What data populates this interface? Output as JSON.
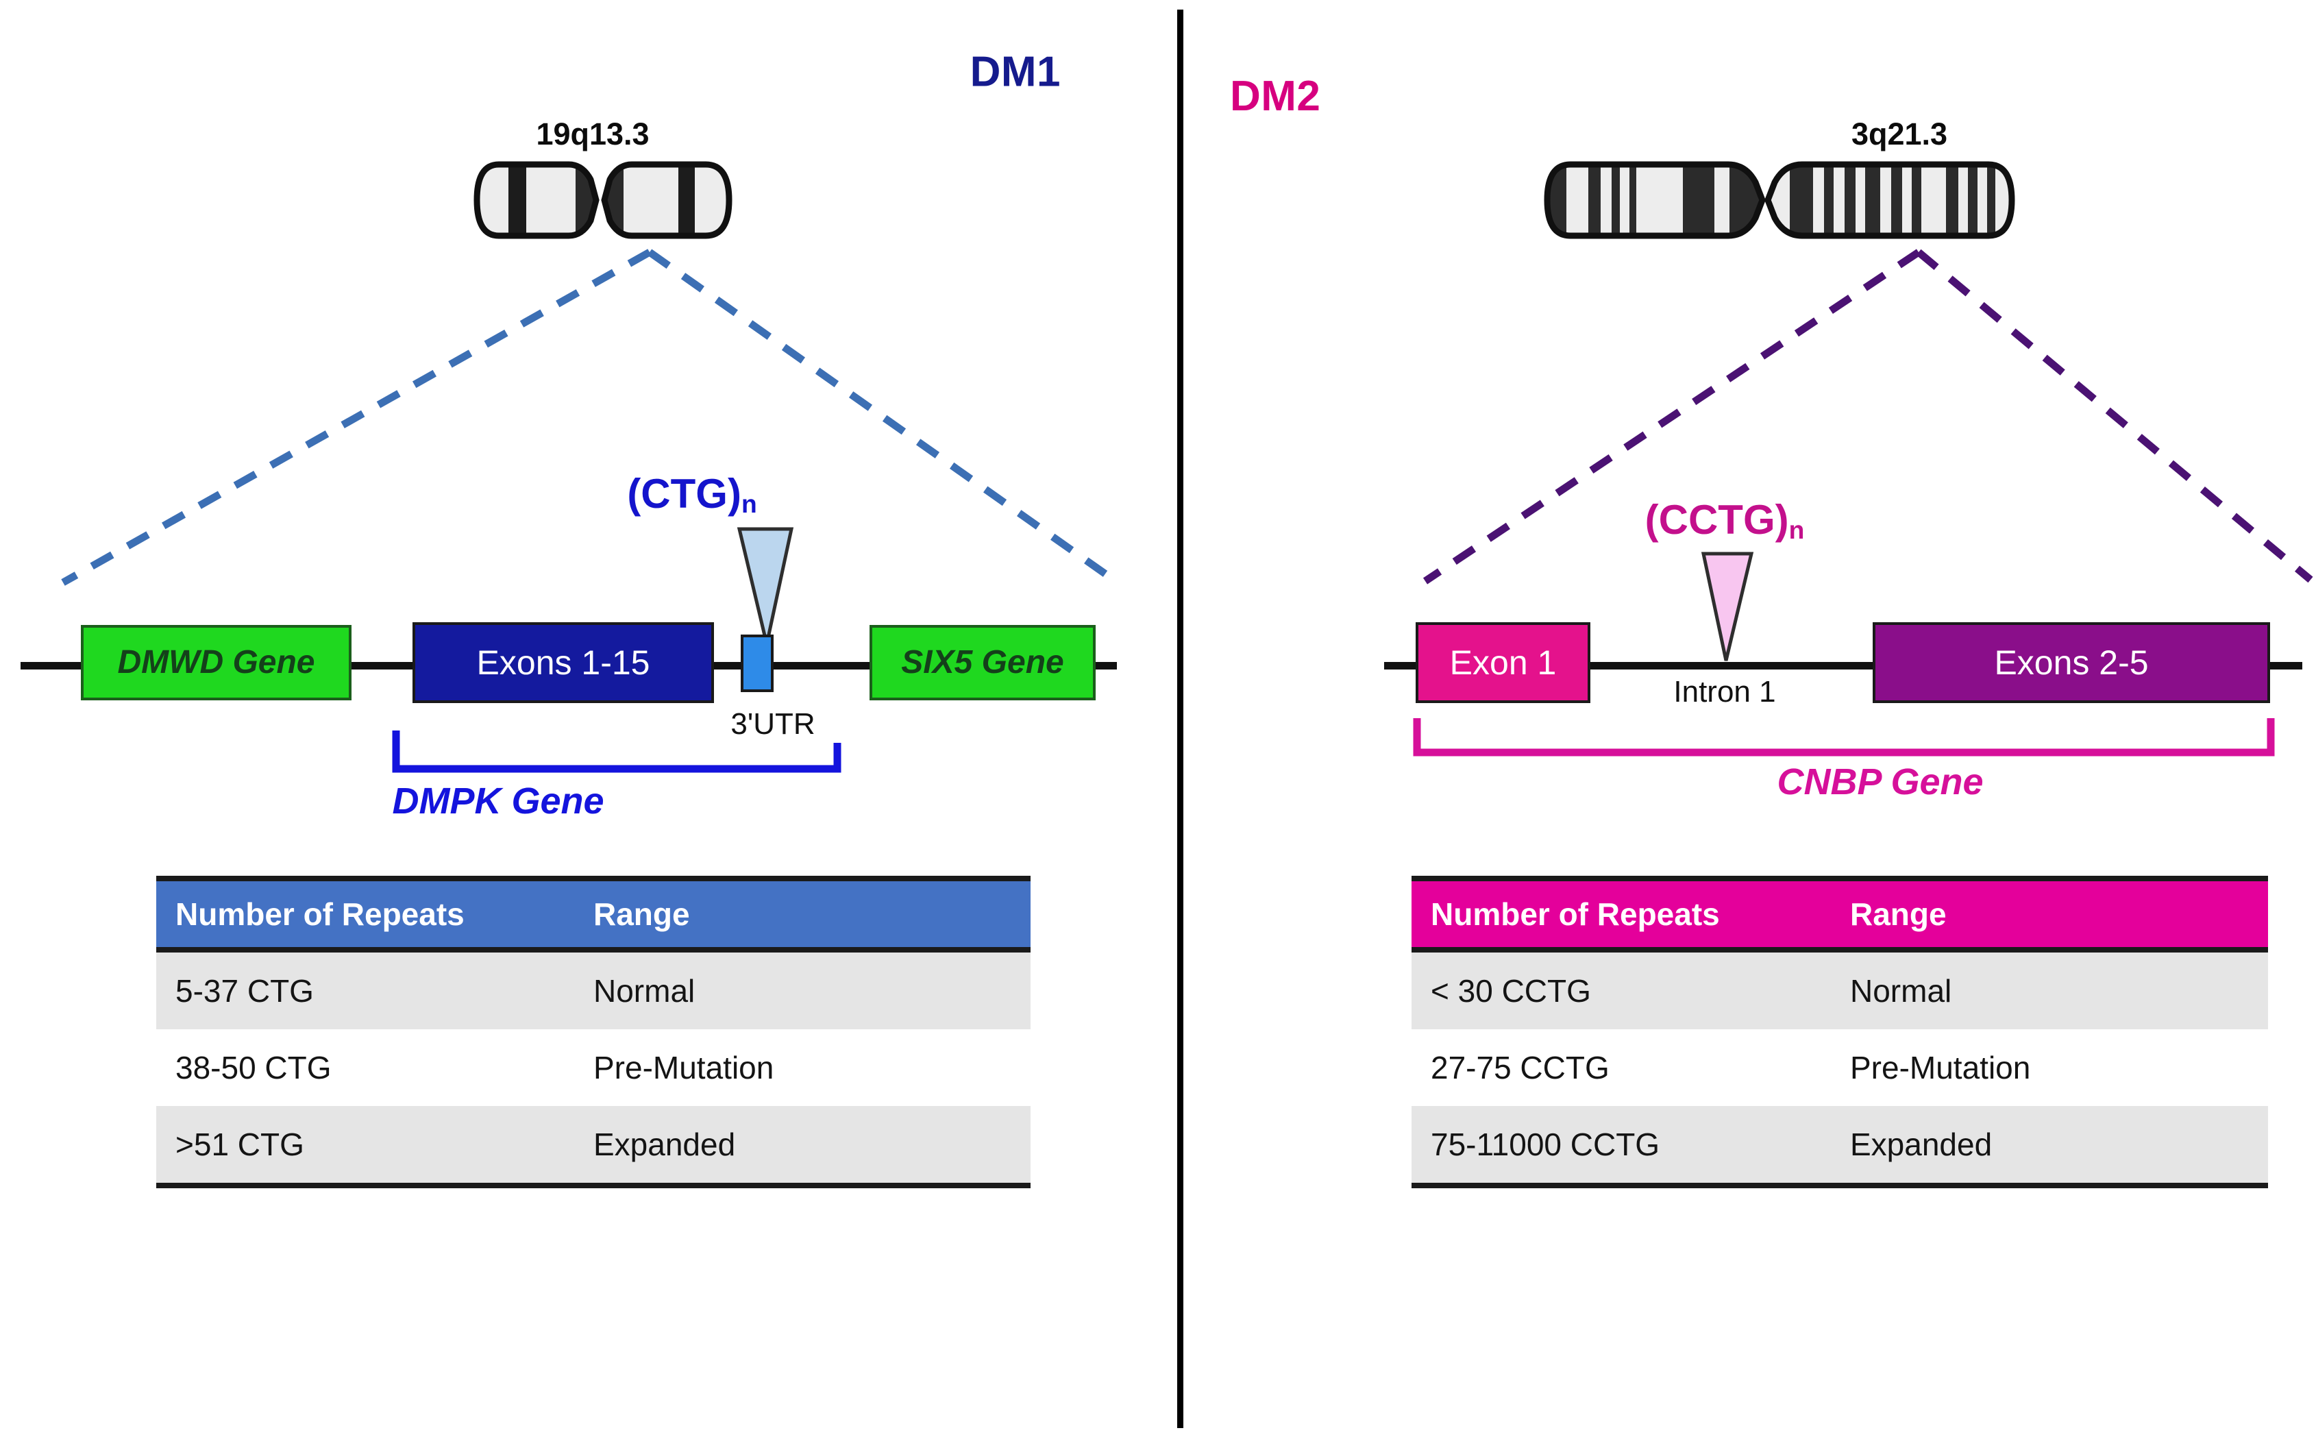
{
  "panels": {
    "left": {
      "title": "DM1",
      "title_color": "#151B8D",
      "chromosome_label": "19q13.3",
      "repeat_label_text": "(CTG)",
      "repeat_label_sub": "n",
      "repeat_label_color": "#1414CC",
      "genes": [
        {
          "label": "DMWD Gene",
          "style": "green"
        },
        {
          "label": "Exons 1-15",
          "style": "navy"
        },
        {
          "label": "",
          "style": "utr"
        },
        {
          "label": "SIX5 Gene",
          "style": "green"
        }
      ],
      "utr_label": "3'UTR",
      "bracket_label": "DMPK Gene",
      "bracket_color": "#1414DD",
      "table": {
        "header_color": "#4472C4",
        "columns": [
          "Number of Repeats",
          "Range"
        ],
        "rows": [
          [
            "5-37 CTG",
            "Normal"
          ],
          [
            "38-50 CTG",
            "Pre-Mutation"
          ],
          [
            ">51 CTG",
            "Expanded"
          ]
        ]
      }
    },
    "right": {
      "title": "DM2",
      "title_color": "#D6007F",
      "chromosome_label": "3q21.3",
      "repeat_label_text": "(CCTG)",
      "repeat_label_sub": "n",
      "repeat_label_color": "#C3108C",
      "genes": [
        {
          "label": "Exon 1",
          "style": "magenta"
        },
        {
          "label": "Exons 2-5",
          "style": "purple"
        }
      ],
      "intron_label": "Intron 1",
      "bracket_label": "CNBP Gene",
      "bracket_color": "#D6109A",
      "table": {
        "header_color": "#E4009B",
        "columns": [
          "Number of Repeats",
          "Range"
        ],
        "rows": [
          [
            "< 30 CCTG",
            "Normal"
          ],
          [
            "27-75 CCTG",
            "Pre-Mutation"
          ],
          [
            "75-11000 CCTG",
            "Expanded"
          ]
        ]
      }
    }
  },
  "colors": {
    "dm1_blue": "#151B8D",
    "dm2_magenta": "#D6007F",
    "gene_green": "#1FD81F",
    "exon_navy": "#141A9E",
    "utr_blue": "#2E8BE8",
    "exon1_magenta": "#E4128C",
    "exons25_purple": "#8A0E8A",
    "dashed_blue": "#3C6FB4",
    "dashed_purple": "#4B1273",
    "triangle_lightblue": "#BBD6EE",
    "triangle_pink": "#F8C6F0",
    "table_row_alt": "#E5E5E5",
    "divider": "#000000"
  }
}
